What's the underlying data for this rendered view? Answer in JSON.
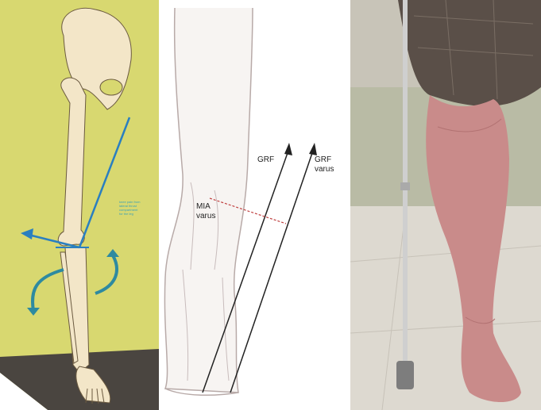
{
  "panels": {
    "skeleton": {
      "note": "knee pain from\nlateral thrust\ncompartment\nfor the leg"
    },
    "diagram": {
      "labels": {
        "mia": "MIA\nvarus",
        "grf1": "GRF",
        "grf2": "GRF\nvarus"
      }
    }
  },
  "colors": {
    "skeleton_bg": "#d8d870",
    "floor": "#4a4540",
    "bone": "#f3e6c8",
    "blue_line": "#2a7fc0",
    "teal_arrow": "#2e8aa0",
    "diagram_line": "#222222",
    "dash_red": "#c04040",
    "photo_wall": "#e8e4dc",
    "photo_floor": "#ddd9d0",
    "skin": "#c98b8a"
  }
}
